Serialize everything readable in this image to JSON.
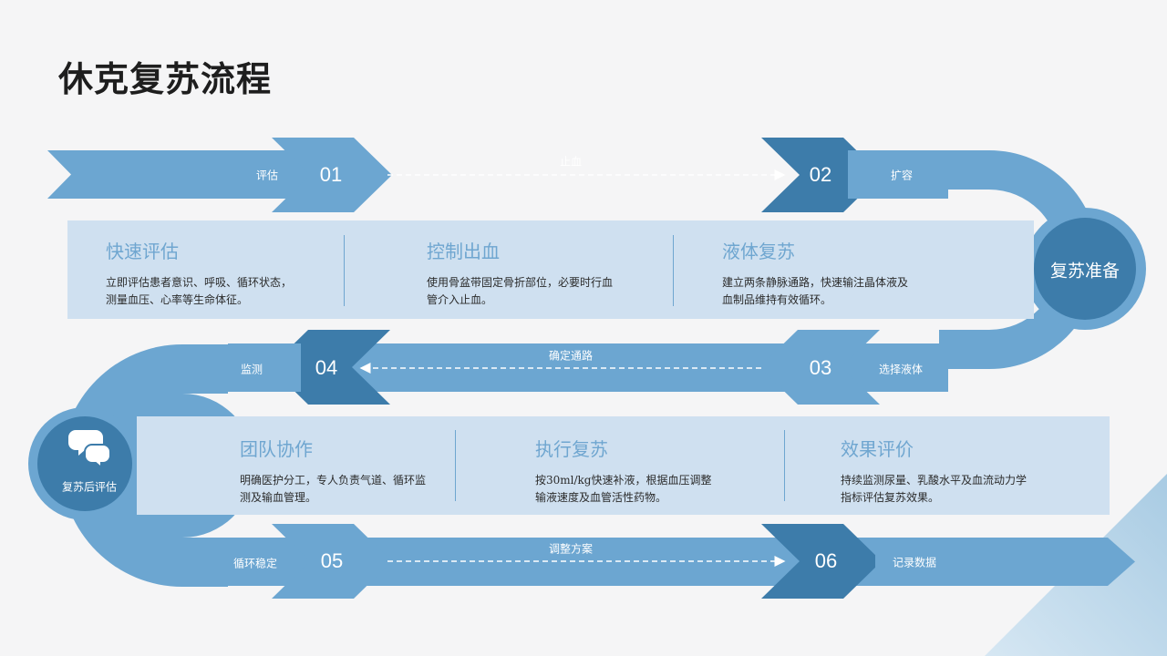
{
  "title": "休克复苏流程",
  "colors": {
    "light": "#6ca6d1",
    "dark": "#3d7caa",
    "band": "#cfe0f0",
    "accent_text": "#6fa6d0"
  },
  "arrows": {
    "row1": {
      "start": "评估",
      "n1": "01",
      "middle": "止血",
      "n2": "02",
      "end": "扩容"
    },
    "row2": {
      "start": "监测",
      "n1": "04",
      "middle": "确定通路",
      "n2": "03",
      "end": "选择液体"
    },
    "row3": {
      "start": "循环稳定",
      "n1": "05",
      "middle": "调整方案",
      "n2": "06",
      "end": "记录数据"
    }
  },
  "circles": {
    "right": {
      "label": "复苏准备"
    },
    "left": {
      "label": "复苏后评估",
      "icon": "chat-bubbles-icon"
    }
  },
  "top_section": [
    {
      "title": "快速评估",
      "text": "立即评估患者意识、呼吸、循环状态，测量血压、心率等生命体征。"
    },
    {
      "title": "控制出血",
      "text": "使用骨盆带固定骨折部位，必要时行血管介入止血。"
    },
    {
      "title": "液体复苏",
      "text": "建立两条静脉通路，快速输注晶体液及血制品维持有效循环。"
    }
  ],
  "bottom_section": [
    {
      "title": "团队协作",
      "text": "明确医护分工，专人负责气道、循环监测及输血管理。"
    },
    {
      "title": "执行复苏",
      "text": "按30ml/kg快速补液，根据血压调整输液速度及血管活性药物。"
    },
    {
      "title": "效果评价",
      "text": "持续监测尿量、乳酸水平及血流动力学指标评估复苏效果。"
    }
  ]
}
